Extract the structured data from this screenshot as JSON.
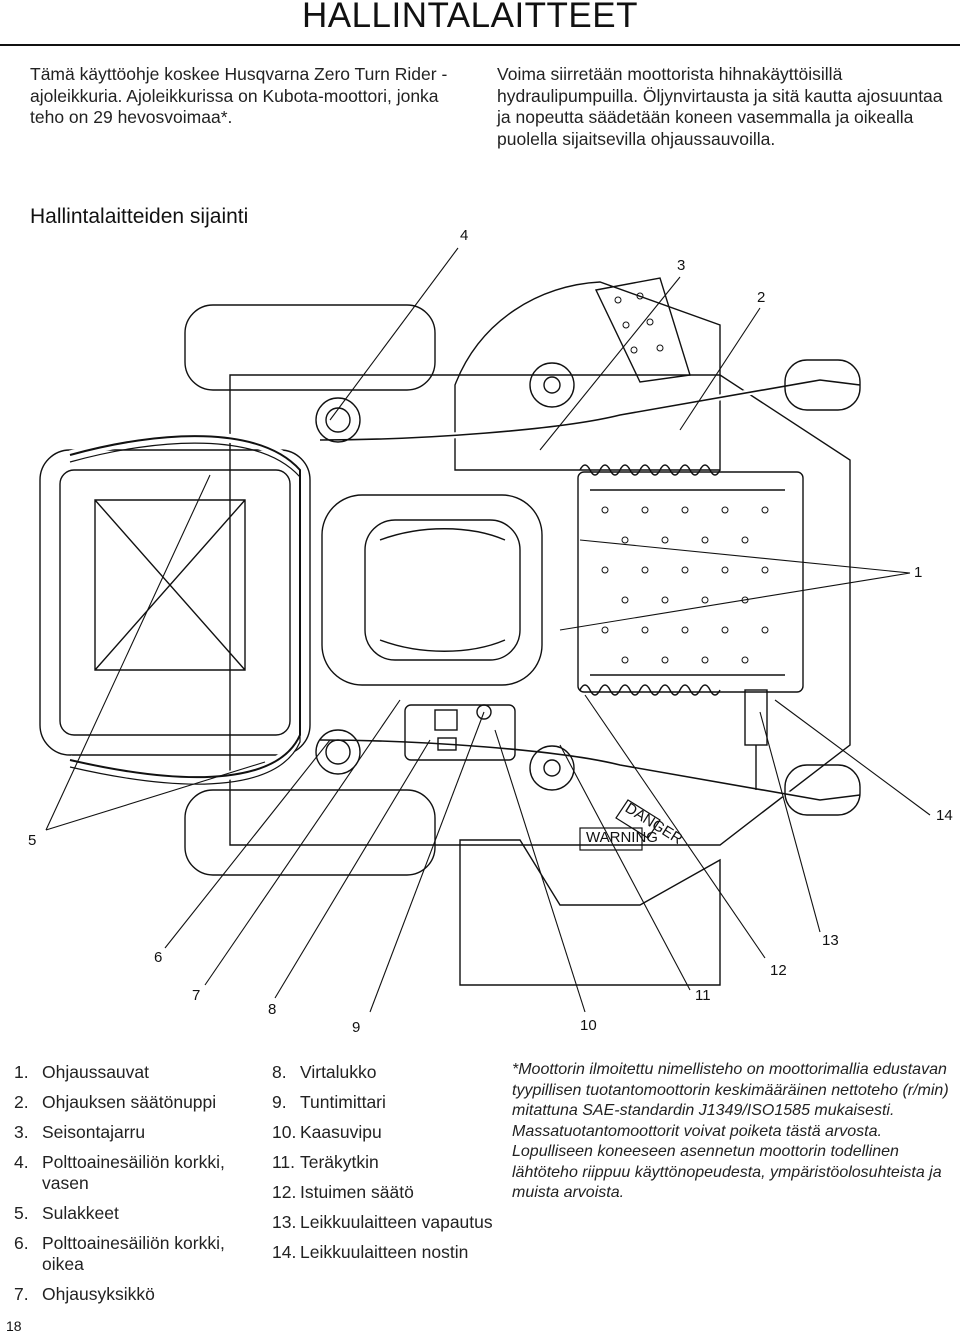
{
  "header": {
    "title": "HALLINTALAITTEET"
  },
  "intro": {
    "left": "Tämä käyttöohje koskee Husqvarna Zero Turn Rider -ajoleikkuria. Ajoleikkurissa on Kubota-moottori, jonka teho on 29 hevosvoimaa*.",
    "right": "Voima siirretään moottorista hihnakäyttöisillä hydraulipumpuilla. Öljynvirtausta ja sitä kautta ajosuuntaa ja nopeutta säädetään koneen vasemmalla ja oikealla puolella sijaitsevilla ohjaussauvoilla."
  },
  "section": {
    "heading": "Hallintalaitteiden sijainti"
  },
  "diagram": {
    "callouts": [
      "1",
      "2",
      "3",
      "4",
      "5",
      "6",
      "7",
      "8",
      "9",
      "10",
      "11",
      "12",
      "13",
      "14"
    ],
    "labels": {
      "warning": "WARNING",
      "danger": "DANGER"
    }
  },
  "parts": [
    {
      "num": "1.",
      "label": "Ohjaussauvat"
    },
    {
      "num": "2.",
      "label": "Ohjauksen säätönuppi"
    },
    {
      "num": "3.",
      "label": "Seisontajarru"
    },
    {
      "num": "4.",
      "label": "Polttoainesäiliön korkki, vasen"
    },
    {
      "num": "5.",
      "label": "Sulakkeet"
    },
    {
      "num": "6.",
      "label": "Polttoainesäiliön korkki, oikea"
    },
    {
      "num": "7.",
      "label": "Ohjausyksikkö"
    },
    {
      "num": "8.",
      "label": "Virtalukko"
    },
    {
      "num": "9.",
      "label": "Tuntimittari"
    },
    {
      "num": "10.",
      "label": "Kaasuvipu"
    },
    {
      "num": "11.",
      "label": "Teräkytkin"
    },
    {
      "num": "12.",
      "label": "Istuimen säätö"
    },
    {
      "num": "13.",
      "label": "Leikkuulaitteen vapautus"
    },
    {
      "num": "14.",
      "label": "Leikkuulaitteen nostin"
    }
  ],
  "footnote": "*Moottorin ilmoitettu nimellisteho on moottorimallia edustavan tyypillisen tuotantomoottorin keskimääräinen nettoteho (r/min) mitattuna SAE-standardin J1349/ISO1585 mukaisesti. Massatuotantomoottorit voivat poiketa tästä arvosta. Lopulliseen koneeseen asennetun moottorin todellinen lähtöteho riippuu käyttönopeudesta, ympäristöolosuhteista ja muista arvoista.",
  "page_number": "18"
}
